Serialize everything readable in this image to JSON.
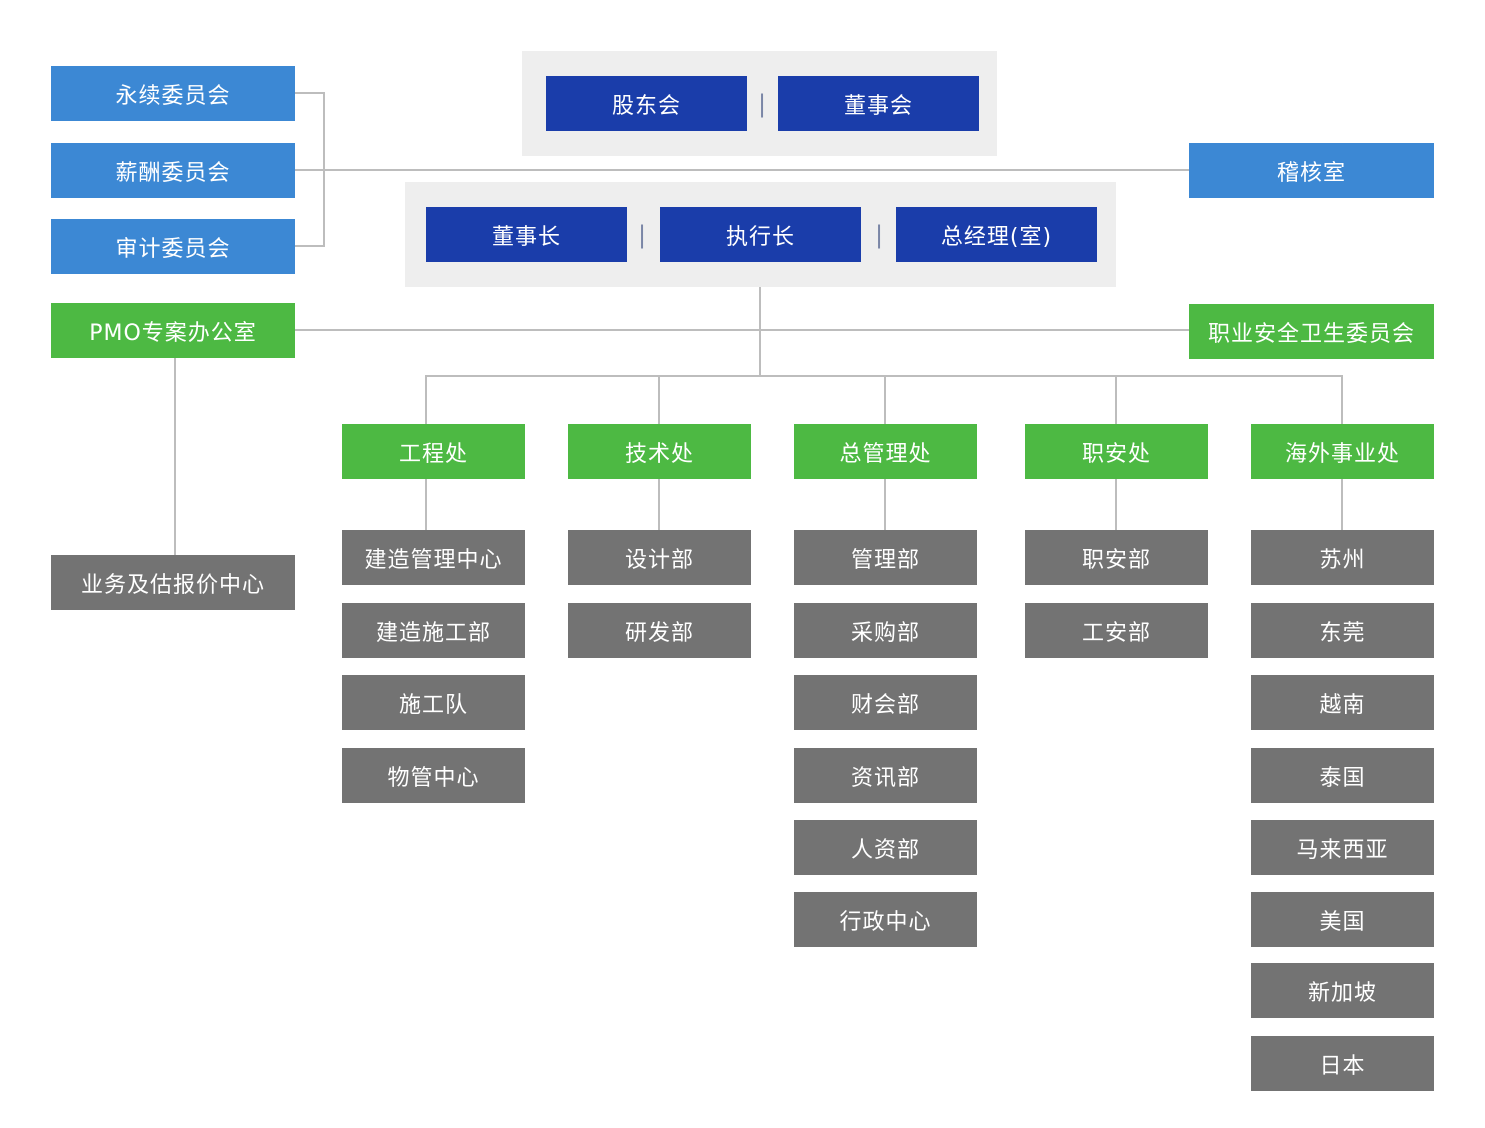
{
  "top": {
    "shareholders": "股东会",
    "board": "董事会",
    "separator": "|"
  },
  "executive": {
    "chairman": "董事长",
    "ceo": "执行长",
    "gm": "总经理(室)",
    "separator": "|"
  },
  "committees": [
    "永续委员会",
    "薪酬委员会",
    "审计委员会"
  ],
  "audit_office": "稽核室",
  "pmo": "PMO专案办公室",
  "osh_committee": "职业安全卫生委员会",
  "business_center": "业务及估报价中心",
  "divisions": [
    {
      "name": "工程处",
      "units": [
        "建造管理中心",
        "建造施工部",
        "施工队",
        "物管中心"
      ]
    },
    {
      "name": "技术处",
      "units": [
        "设计部",
        "研发部"
      ]
    },
    {
      "name": "总管理处",
      "units": [
        "管理部",
        "采购部",
        "财会部",
        "资讯部",
        "人资部",
        "行政中心"
      ]
    },
    {
      "name": "职安处",
      "units": [
        "职安部",
        "工安部"
      ]
    },
    {
      "name": "海外事业处",
      "units": [
        "苏州",
        "东莞",
        "越南",
        "泰国",
        "马来西亚",
        "美国",
        "新加坡",
        "日本"
      ]
    }
  ],
  "colors": {
    "dark_blue": "#1a3daa",
    "light_blue": "#3c88d4",
    "green": "#4db943",
    "gray": "#737373",
    "panel": "#eeeeee",
    "line": "#bdbdbd"
  }
}
